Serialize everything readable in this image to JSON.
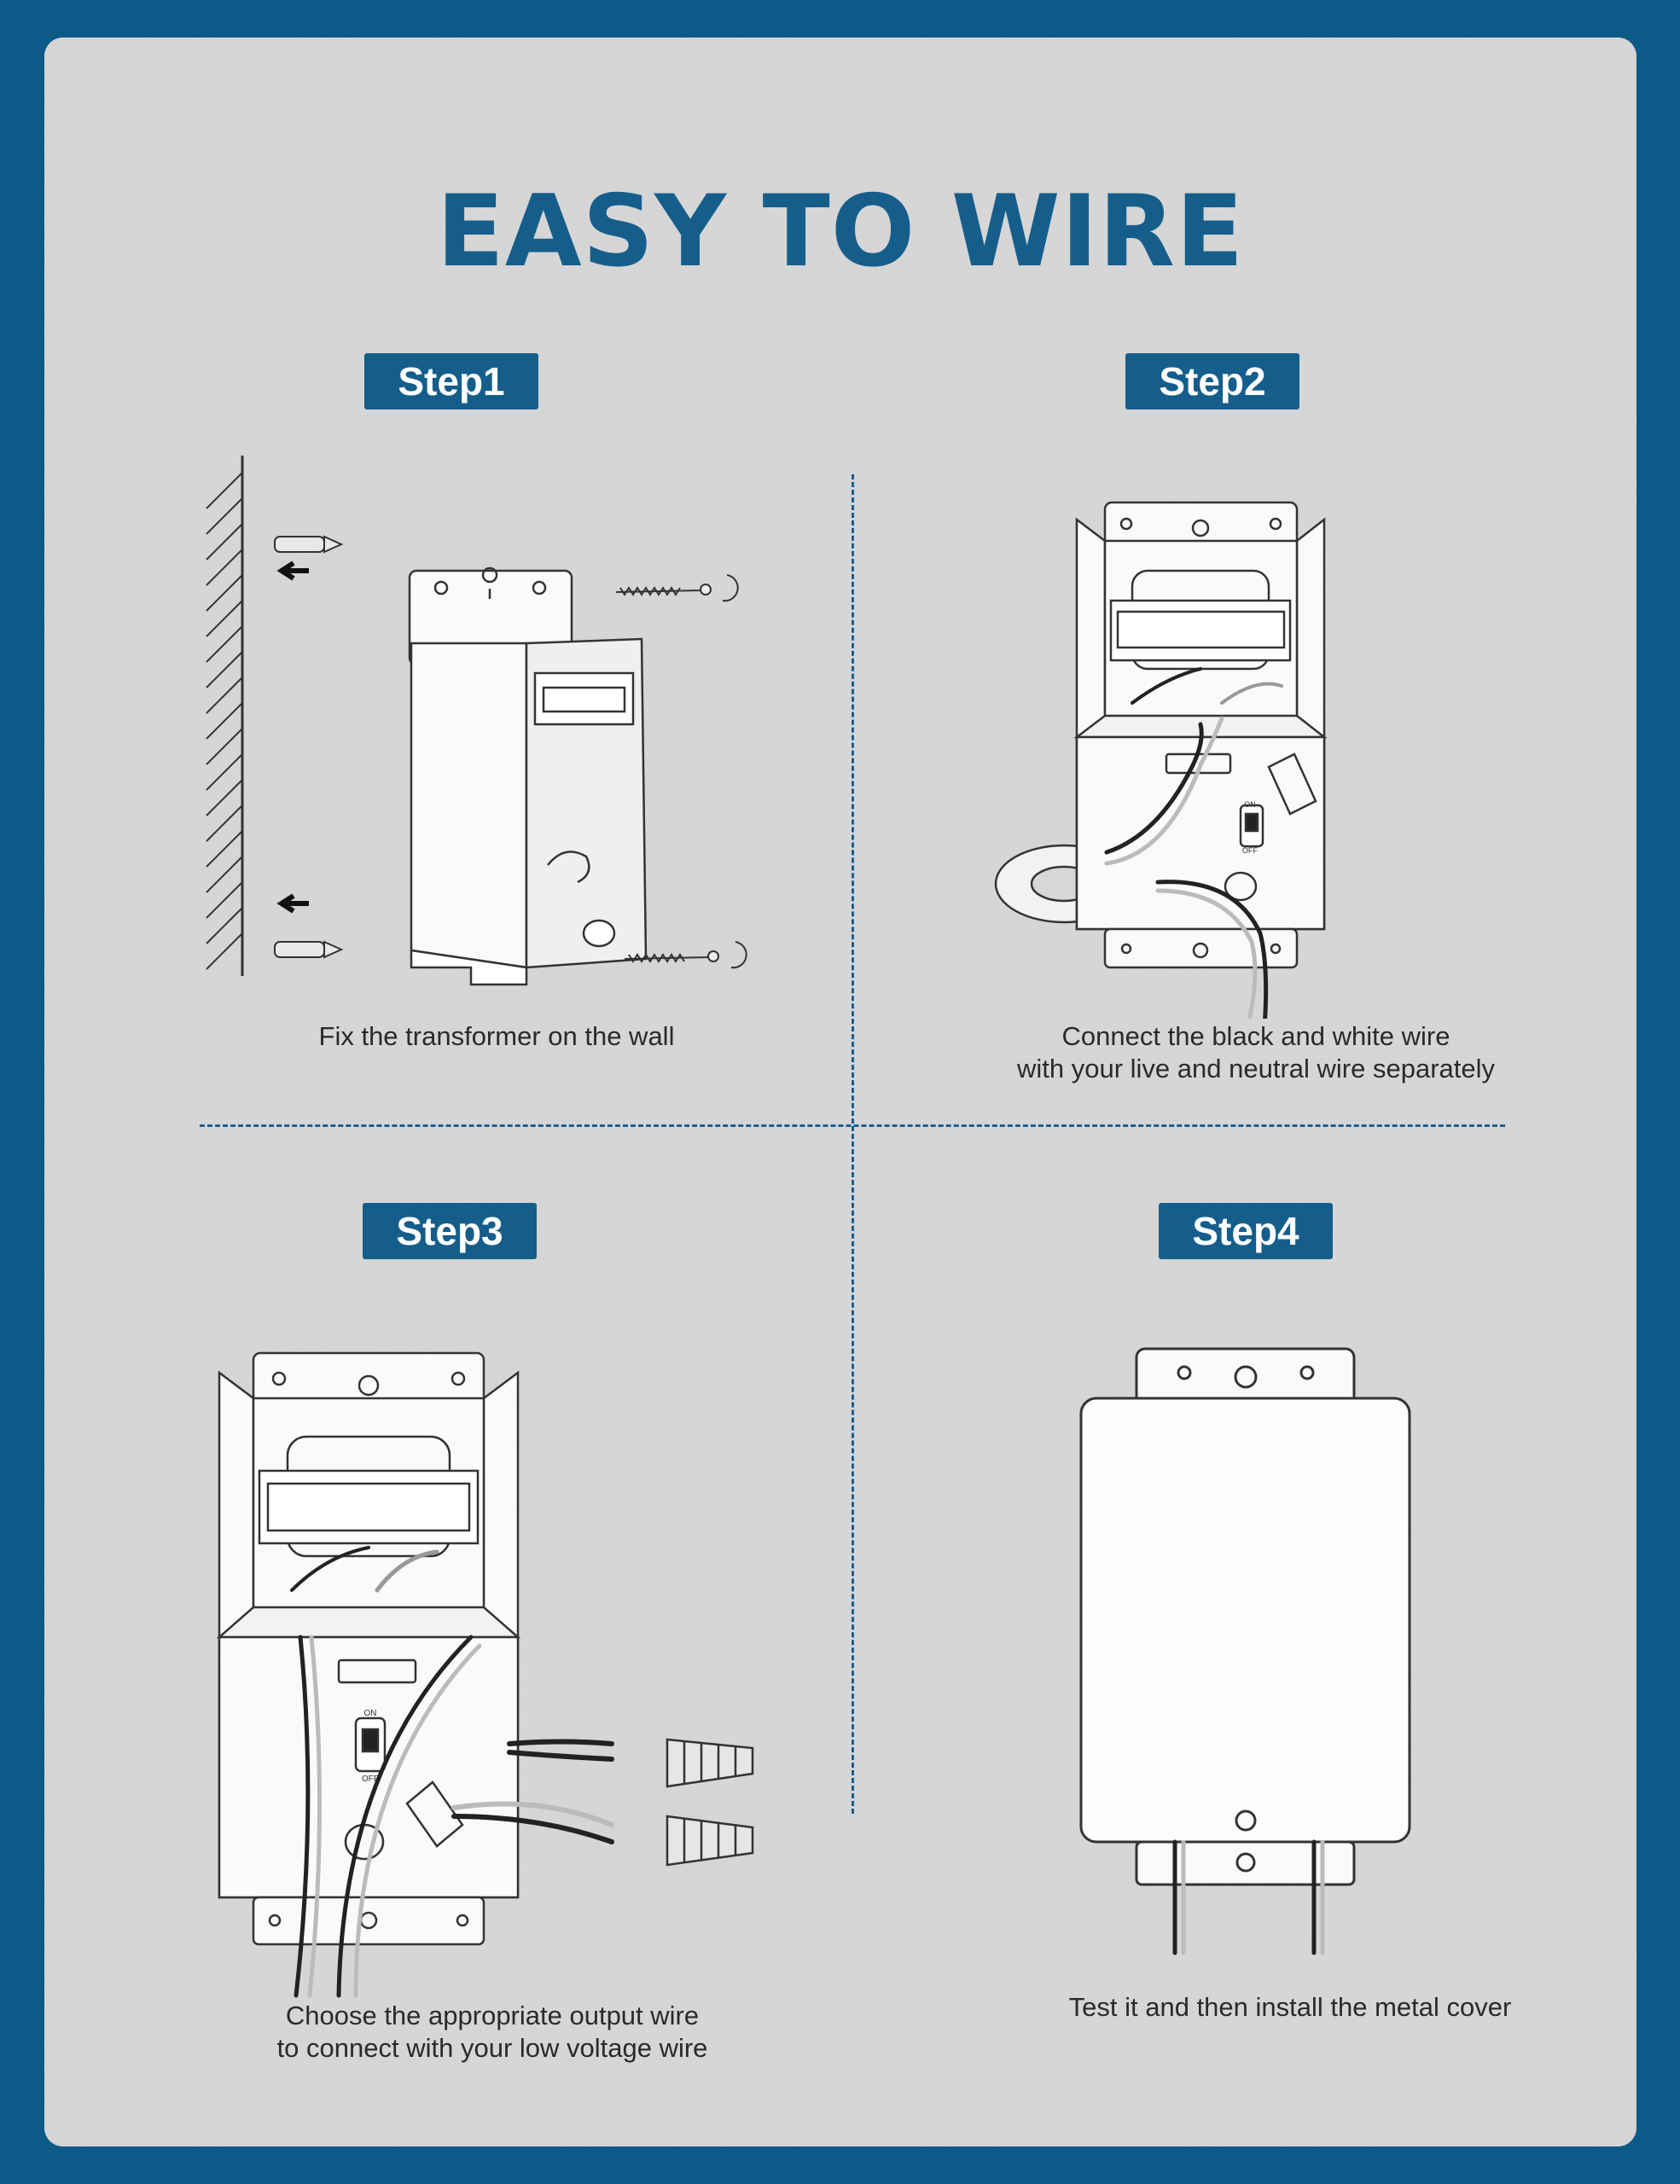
{
  "title": "EASY TO WIRE",
  "steps": [
    {
      "label": "Step1",
      "caption_lines": [
        "Fix the transformer on the wall"
      ]
    },
    {
      "label": "Step2",
      "caption_lines": [
        "Connect the black and white wire",
        "with your live and neutral wire separately"
      ]
    },
    {
      "label": "Step3",
      "caption_lines": [
        "Choose the appropriate output wire",
        "to connect with your low voltage wire"
      ]
    },
    {
      "label": "Step4",
      "caption_lines": [
        "Test it and then install the metal cover"
      ]
    }
  ],
  "switch_labels": {
    "on": "ON",
    "off": "OFF"
  },
  "colors": {
    "frame": "#0c5a88",
    "accent": "#155e8c",
    "panel": "#d7d7d7",
    "text": "#2a2a2a"
  }
}
